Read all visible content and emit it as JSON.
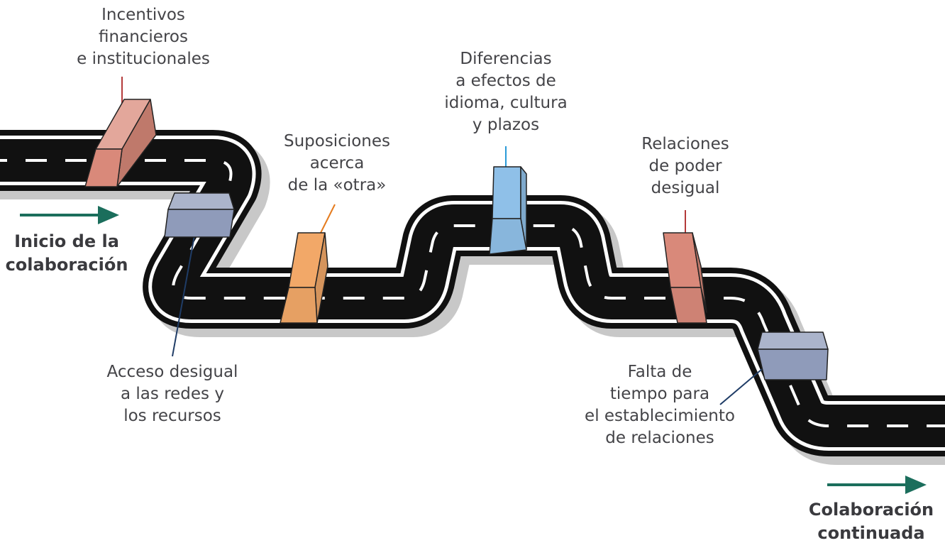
{
  "colors": {
    "road": "#111111",
    "road_shadow": "#c8c8c8",
    "road_edge": "#ffffff",
    "arrow": "#1b6e5c",
    "red_block": "#d9897a",
    "purple_block": "#8f9bba",
    "orange_block": "#f2a868",
    "blue_block": "#8fc0e8",
    "line_red": "#b43a3a",
    "line_navy": "#1f3c66",
    "line_orange": "#e57c1f",
    "line_blue": "#2a9ad8"
  },
  "start": {
    "lines": [
      "Inicio de la",
      "colaboración"
    ]
  },
  "end": {
    "lines": [
      "Colaboración",
      "continuada"
    ]
  },
  "barriers": [
    {
      "id": "incentivos",
      "lines": [
        "Incentivos",
        "financieros",
        "e institucionales"
      ],
      "color": "red_block"
    },
    {
      "id": "acceso",
      "lines": [
        "Acceso desigual",
        "a las redes y",
        "los recursos"
      ],
      "color": "purple_block"
    },
    {
      "id": "suposiciones",
      "lines": [
        "Suposiciones",
        "acerca",
        "de la «otra»"
      ],
      "color": "orange_block"
    },
    {
      "id": "diferencias",
      "lines": [
        "Diferencias",
        "a efectos de",
        "idioma, cultura",
        "y plazos"
      ],
      "color": "blue_block"
    },
    {
      "id": "relaciones",
      "lines": [
        "Relaciones",
        "de poder",
        "desigual"
      ],
      "color": "red_block"
    },
    {
      "id": "falta",
      "lines": [
        "Falta de",
        "tiempo para",
        "el establecimiento",
        "de relaciones"
      ],
      "color": "purple_block"
    }
  ]
}
